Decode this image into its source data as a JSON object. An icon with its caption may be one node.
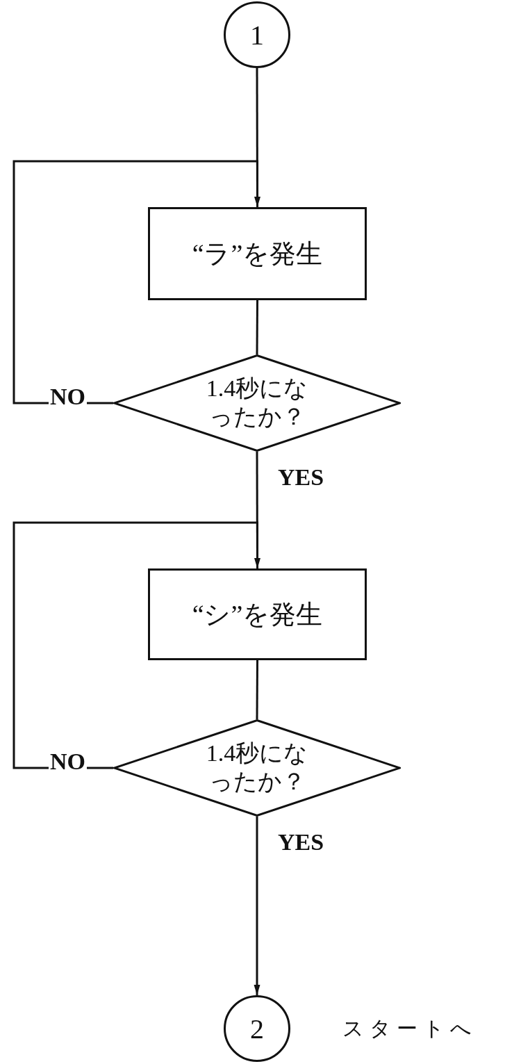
{
  "diagram": {
    "nodes": [
      {
        "text": [
          "1"
        ]
      },
      {
        "text": [
          "“ラ”を発生"
        ]
      },
      {
        "text": [
          "1.4秒になったか？"
        ]
      },
      {
        "text": [
          "“シ”を発生"
        ]
      },
      {
        "text": [
          "1.4秒になったか？"
        ]
      },
      {
        "text": [
          "2"
        ],
        "beside": [
          "スタートへ"
        ]
      }
    ],
    "edges": [
      {
        "from": 0,
        "to": 1,
        "arrow": "none"
      },
      {
        "from": 1,
        "to": 2,
        "arrow": "none"
      },
      {
        "from": 2,
        "to": 1,
        "arrow": "to",
        "label": "NO"
      },
      {
        "from": 2,
        "to": 3,
        "arrow": "none",
        "label": "YES"
      },
      {
        "from": 3,
        "to": 4,
        "arrow": "none"
      },
      {
        "from": 4,
        "to": 3,
        "arrow": "to",
        "label": "NO"
      },
      {
        "from": 4,
        "to": 5,
        "arrow": "to",
        "label": "YES"
      }
    ]
  }
}
